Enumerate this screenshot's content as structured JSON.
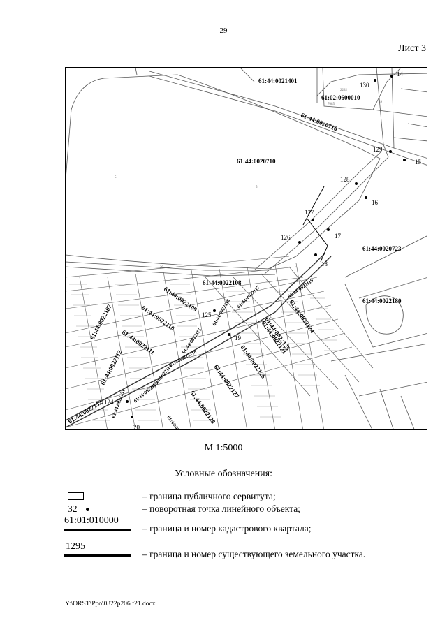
{
  "page": {
    "page_number": "29",
    "sheet_label": "Лист 3",
    "scale_label": "М 1:5000",
    "footer_path": "Y:\\ORST\\Ppo\\0322p206.f21.docx"
  },
  "map": {
    "quarters": [
      "61:44:0021401",
      "61:02:0600010",
      "61:44:0020716",
      "61:44:0020710",
      "61:44:0020723",
      "61:44:0022180",
      "61:44:0022108",
      "61:44:0022109",
      "61:44:0022107",
      "61:44:0022110",
      "61:44:0022111",
      "61:44:0022112",
      "61:44:0022113",
      "61:44:0022114",
      "61:44:0022115",
      "61:44:0022116",
      "61:44:0022117",
      "61:44:0022118",
      "61:44:0022119",
      "61:44:0022121",
      "61:44:0022124",
      "61:44:0022125",
      "61:44:0022126",
      "61:44:0022127",
      "61:44:0022128",
      "61:44:0022129",
      "61:44:0022151",
      "61:44:0022152"
    ],
    "points": [
      "14",
      "15",
      "16",
      "17",
      "18",
      "19",
      "20",
      "124",
      "125",
      "126",
      "127",
      "128",
      "129",
      "130"
    ],
    "minor_labels": [
      "5",
      "5",
      "29",
      "2232",
      "7085",
      "39"
    ]
  },
  "legend": {
    "title": "Условные обозначения:",
    "items": [
      {
        "symbol_text": "",
        "text": "–  граница публичного сервитута;"
      },
      {
        "symbol_text": "32",
        "text": "–  поворотная точка линейного объекта;"
      },
      {
        "symbol_text": "61:01:010000",
        "text": "–  граница и номер кадастрового квартала;"
      },
      {
        "symbol_text": "1295",
        "text": "–  граница и номер существующего земельного участка."
      }
    ]
  },
  "colors": {
    "ink": "#000000",
    "map_line": "#444444",
    "map_light": "#9a9a9a"
  }
}
